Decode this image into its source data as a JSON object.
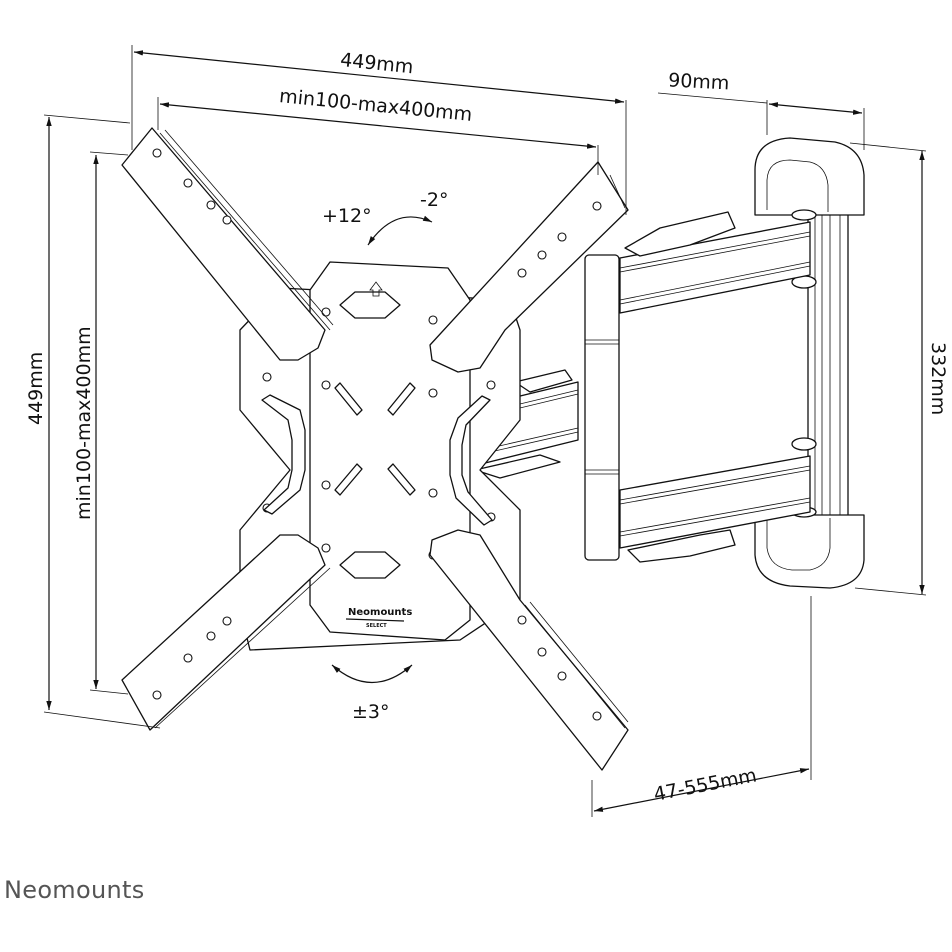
{
  "drawing": {
    "title": "Neomounts TV wall mount dimension drawing",
    "colors": {
      "line": "#111111",
      "background": "#ffffff",
      "logo": "#555555"
    }
  },
  "dimensions": {
    "overall_width": "449mm",
    "vesa_width": "min100-max400mm",
    "overall_height": "449mm",
    "vesa_height": "min100-max400mm",
    "wall_plate_depth": "90mm",
    "wall_plate_height": "332mm",
    "extension": "47-555mm"
  },
  "angles": {
    "tilt_up": "+12°",
    "tilt_down": "-2°",
    "rotation": "±3°"
  },
  "plate_branding": {
    "brand": "Neomounts",
    "subline": "SELECT"
  },
  "footer": {
    "logo": "Neomounts"
  }
}
